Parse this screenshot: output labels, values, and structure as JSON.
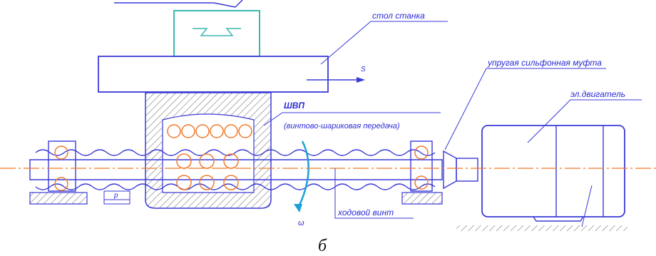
{
  "labels": {
    "table": "стол станка",
    "coupling": "упругая сильфонная муфта",
    "motor": "эл.двигатель",
    "shvp": "ШВП",
    "shvp_note": "(винтово-шариковая передача)",
    "screw": "ходовой винт",
    "feed": "S",
    "pitch": "p",
    "omega": "ω"
  },
  "caption": "б",
  "colors": {
    "line": "#3a3ad8",
    "hatch": "#8a8a8a",
    "axis": "#f07a2a",
    "ball": "#f07a2a",
    "guide": "#3cb8b0",
    "arrow": "#1aa0d8"
  }
}
